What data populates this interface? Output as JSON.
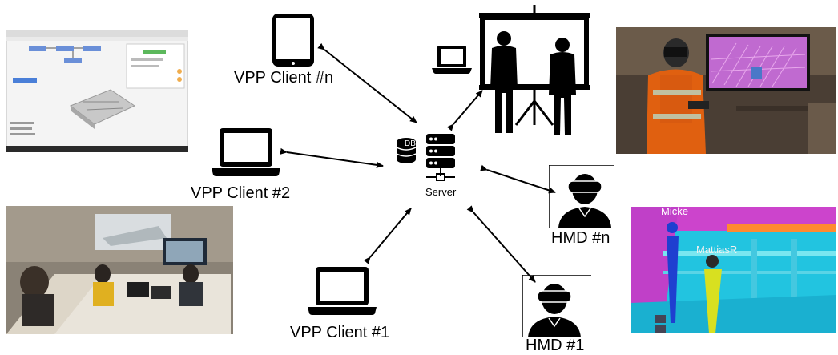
{
  "server": {
    "label": "Server",
    "db_label": "DB"
  },
  "clients": {
    "client_n": "VPP Client #n",
    "client_2": "VPP Client #2",
    "client_1": "VPP Client #1"
  },
  "hmds": {
    "hmd_n": "HMD #n",
    "hmd_1": "HMD #1"
  },
  "vr_scene": {
    "avatar_1": "Micke",
    "avatar_2": "MattiasR"
  },
  "colors": {
    "arrow": "#000000",
    "icon": "#000000",
    "vr_wall_magenta": "#cc44cc",
    "vr_floor_cyan": "#22c4e0",
    "avatar_blue": "#1f3fd0",
    "avatar_yellow": "#d8e020"
  },
  "icons": [
    "tablet-icon",
    "laptop-icon",
    "server-icon",
    "database-icon",
    "projector-screen-icon",
    "hmd-user-icon"
  ]
}
